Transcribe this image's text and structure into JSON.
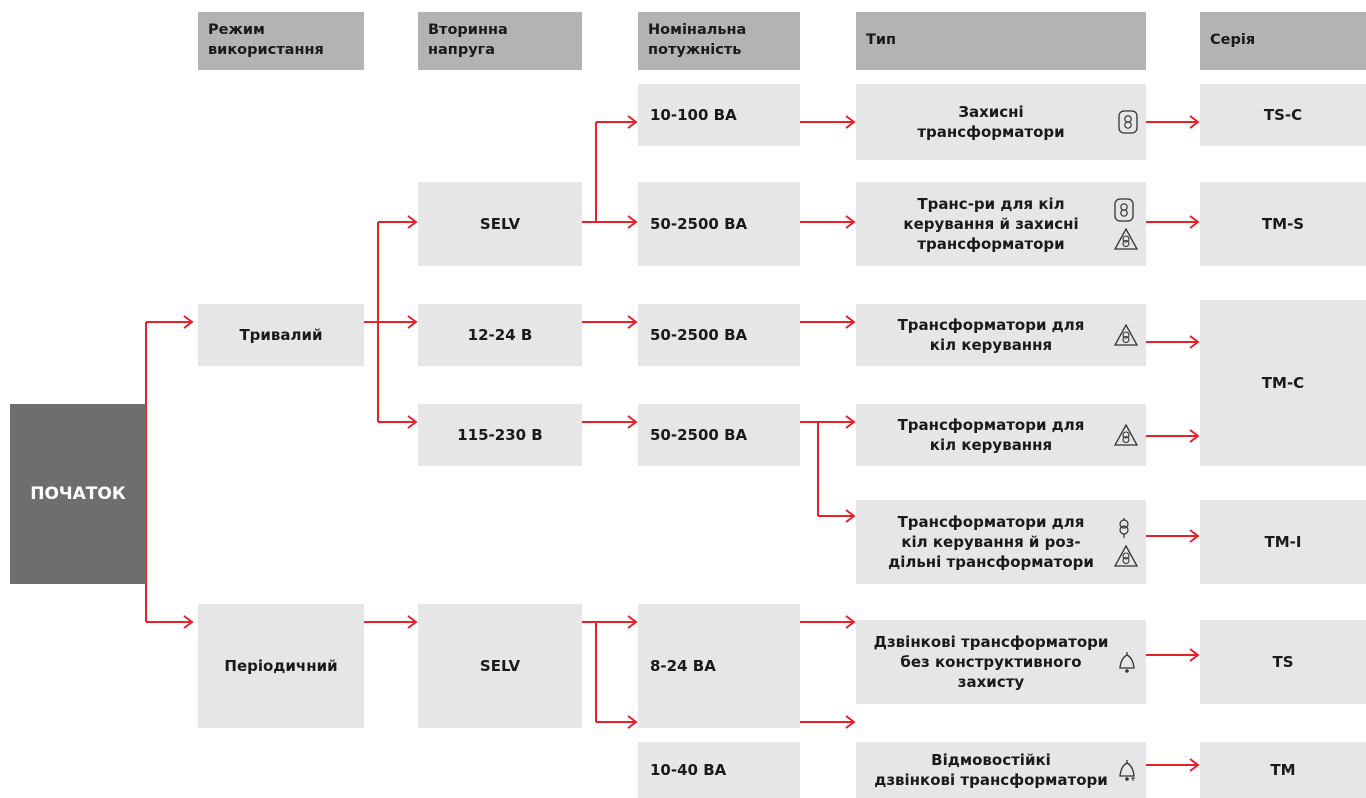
{
  "headers": {
    "mode": "Режим\nвикористання",
    "voltage": "Вторинна\nнапруга",
    "power": "Номінальна\nпотужність",
    "type": "Тип",
    "series": "Серія"
  },
  "start": "ПОЧАТОК",
  "mode": {
    "continuous": "Тривалий",
    "periodic": "Періодичний"
  },
  "voltage": {
    "selv_1": "SELV",
    "v12_24": "12-24 В",
    "v115_230": "115-230 В",
    "selv_2": "SELV"
  },
  "power": {
    "p10_100": "10-100 ВА",
    "p50_2500_a": "50-2500 ВА",
    "p50_2500_b": "50-2500 ВА",
    "p50_2500_c": "50-2500 ВА",
    "p8_24": "8-24 ВА",
    "p10_40": "10-40 ВА"
  },
  "types": {
    "t1": "Захисні\nтрансформатори",
    "t2": "Транс-ри для кіл\nкерування й захисні\nтрансформатори",
    "t3": "Трансформатори для\nкіл керування",
    "t4": "Трансформатори для\nкіл керування",
    "t5": "Трансформатори для\nкіл керування й роз-\nдільні трансформатори",
    "t6": "Дзвінкові трансформатори\nбез конструктивного\nзахисту",
    "t7": "Відмовостійкі\nдзвінкові трансформатори"
  },
  "series": {
    "ts_c": "TS-C",
    "tm_s": "TM-S",
    "tm_c": "TM-C",
    "tm_i": "TM-I",
    "ts": "TS",
    "tm": "TM"
  },
  "colors": {
    "arrow": "#e8202a",
    "box": "#e6e6e6",
    "header": "#b3b3b3",
    "start": "#6e6e6e"
  }
}
